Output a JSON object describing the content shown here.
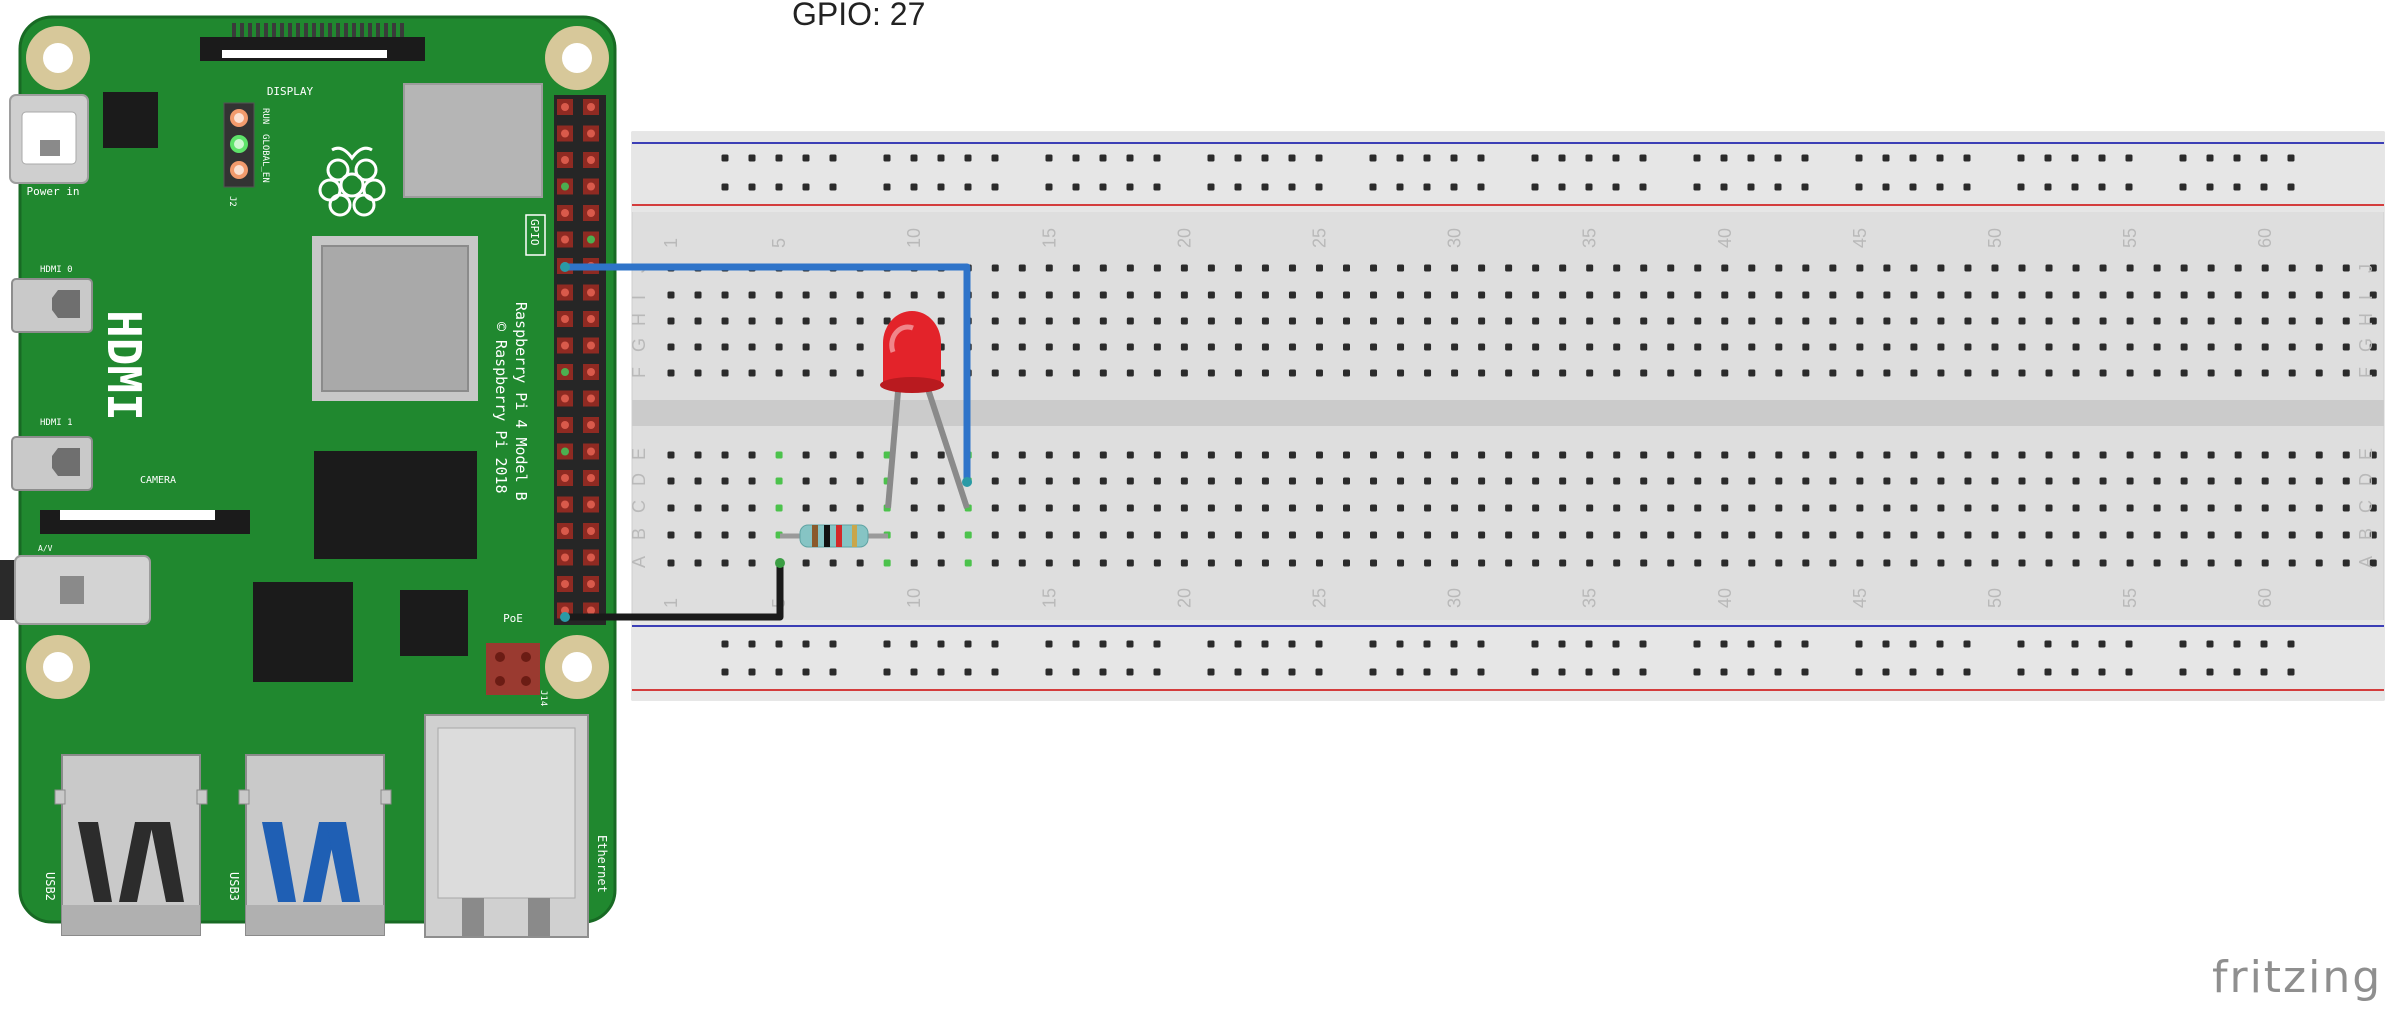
{
  "caption": "GPIO: 27",
  "watermark": "fritzing",
  "board": {
    "model_line1": "Raspberry Pi 4 Model B",
    "model_line2": "© Raspberry Pi 2018",
    "labels": {
      "display": "DISPLAY",
      "power": "Power in",
      "hdmi0": "HDMI 0",
      "hdmi1": "HDMI 1",
      "hdmi_big": "HDMI",
      "camera": "CAMERA",
      "av": "A/V",
      "run": "RUN",
      "global_en": "GLOBAL_EN",
      "j2": "J2",
      "gpio": "GPIO",
      "poe": "PoE",
      "j14": "J14",
      "usb2": "USB2",
      "usb3": "USB3",
      "ethernet": "Ethernet"
    }
  },
  "breadboard": {
    "column_numbers": [
      "1",
      "5",
      "10",
      "15",
      "20",
      "25",
      "30",
      "35",
      "40",
      "45",
      "50",
      "55",
      "60"
    ],
    "row_letters_top": [
      "J",
      "I",
      "H",
      "G",
      "F"
    ],
    "row_letters_bottom": [
      "E",
      "D",
      "C",
      "B",
      "A"
    ]
  },
  "colors": {
    "pcb": "#20882f",
    "wire_signal": "#2f74c9",
    "wire_ground": "#1a1a1a",
    "led": "#e3232a",
    "rail_red": "#d43d3d",
    "rail_blue": "#3c3fb6",
    "active_hole": "#4cc24c"
  },
  "components": {
    "led": "red-led",
    "resistor": "resistor"
  }
}
